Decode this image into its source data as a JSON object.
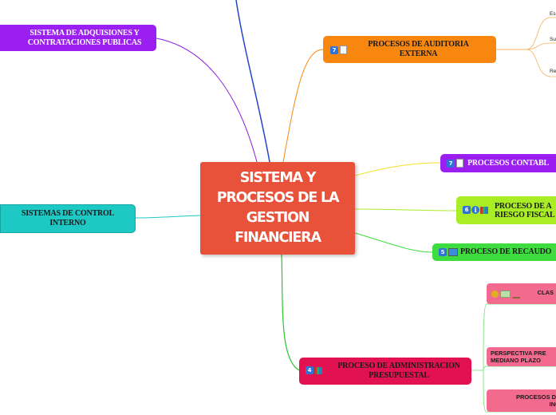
{
  "center": {
    "title": "SISTEMA Y PROCESOS DE LA GESTION FINANCIERA",
    "color": "#e8523a"
  },
  "nodes": {
    "adquisiciones": {
      "label": "SISTEMA DE ADQUISIONES Y CONTRATACIONES PUBLICAS",
      "color": "#9b1ff0"
    },
    "auditoria": {
      "label": "PROCESOS DE AUDITORIA EXTERNA",
      "badge": "7",
      "color": "#f7870f"
    },
    "control": {
      "label": "SISTEMAS DE CONTROL INTERNO",
      "color": "#1ec8c4"
    },
    "contables": {
      "label": "PROCESOS CONTABL",
      "badge": "7",
      "color": "#9b1ff0"
    },
    "riesgo": {
      "label": "PROCESO DE A\nRIESGO FISCAL",
      "badge": "6",
      "color": "#a9ee24"
    },
    "recaudo": {
      "label": "PROCESO DE RECAUDO",
      "badge": "5",
      "color": "#3fdc3f"
    },
    "presupuestal": {
      "label": "PROCESO DE ADMINISTRACION PRESUPUESTAL",
      "badge": "4",
      "color": "#e2114f"
    }
  },
  "presupuestal_children": {
    "clasificacion": {
      "label": "CLAS"
    },
    "perspectiva": {
      "label": "PERSPECTIVA PRE\nMEDIANO PLAZO"
    },
    "ingresos": {
      "label": "PROCESOS DE\nING"
    }
  },
  "auditoria_leaves": [
    "Es",
    "Su",
    "Re"
  ]
}
